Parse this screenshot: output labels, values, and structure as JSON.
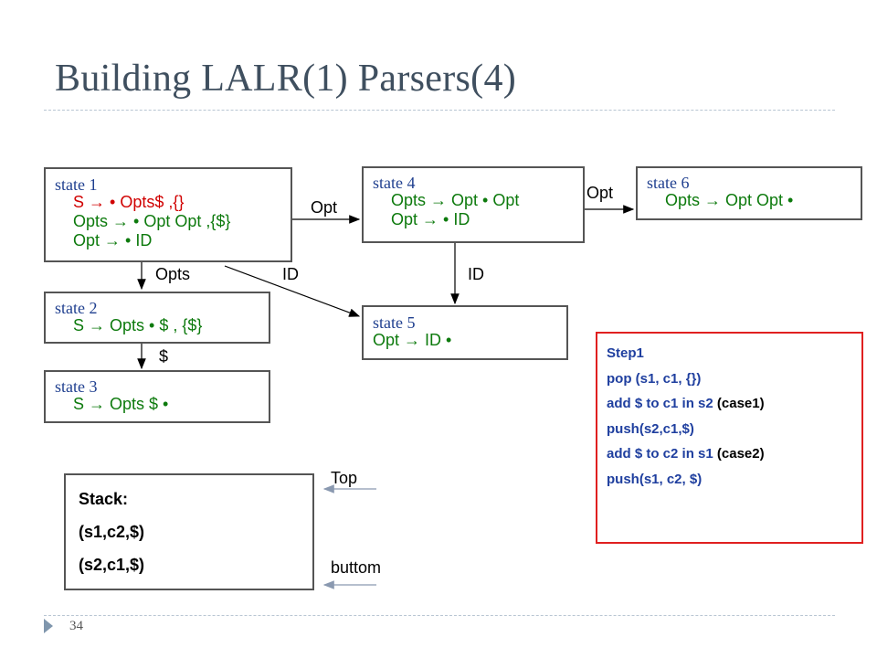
{
  "title": "Building LALR(1) Parsers(4)",
  "slide_number": "34",
  "arrow_symbol": "→",
  "dot_symbol": "•",
  "states": {
    "s1": {
      "name": "state 1",
      "lines": [
        {
          "lhs": "S",
          "rhs": "Opts$ ,{}",
          "color": "red",
          "dot_first": true
        },
        {
          "lhs": "Opts",
          "rhs": "Opt Opt ,{$}",
          "color": "green",
          "dot_first": true
        },
        {
          "lhs": "Opt",
          "rhs": "ID",
          "color": "green",
          "dot_first": true
        }
      ]
    },
    "s2": {
      "name": "state 2",
      "line": "S → Opts • $ , {$}"
    },
    "s3": {
      "name": "state 3",
      "line": "S → Opts $ •"
    },
    "s4": {
      "name": "state 4",
      "line1": "Opts → Opt • Opt",
      "line2": "Opt → • ID"
    },
    "s5": {
      "name": "state 5",
      "line": "Opt → ID •"
    },
    "s6": {
      "name": "state 6",
      "line": "Opts → Opt Opt •"
    }
  },
  "edge_labels": {
    "s1_s4": "Opt",
    "s1_s2": "Opts",
    "s1_s5": "ID",
    "s4_s5": "ID",
    "s4_s6": "Opt",
    "s2_s3": "$"
  },
  "step": {
    "title": "Step1",
    "lines": [
      {
        "text": "pop (s1, c1, {})"
      },
      {
        "text": "add $ to c1 in s2",
        "suffix": " (case1)"
      },
      {
        "text": "push(s2,c1,$)"
      },
      {
        "text": "add $ to c2 in s1",
        "suffix": " (case2)"
      },
      {
        "text": "push(s1, c2, $)"
      }
    ]
  },
  "stack": {
    "title": "Stack:",
    "entries": [
      "(s1,c2,$)",
      "(s2,c1,$)"
    ],
    "top_label": "Top",
    "bottom_label": "buttom"
  },
  "colors": {
    "title": "#3f4f5f",
    "state_name": "#1f3f8f",
    "item_green": "#0d7a0d",
    "item_red": "#d00000",
    "step_border": "#e02020",
    "step_text": "#1f3f9f"
  }
}
